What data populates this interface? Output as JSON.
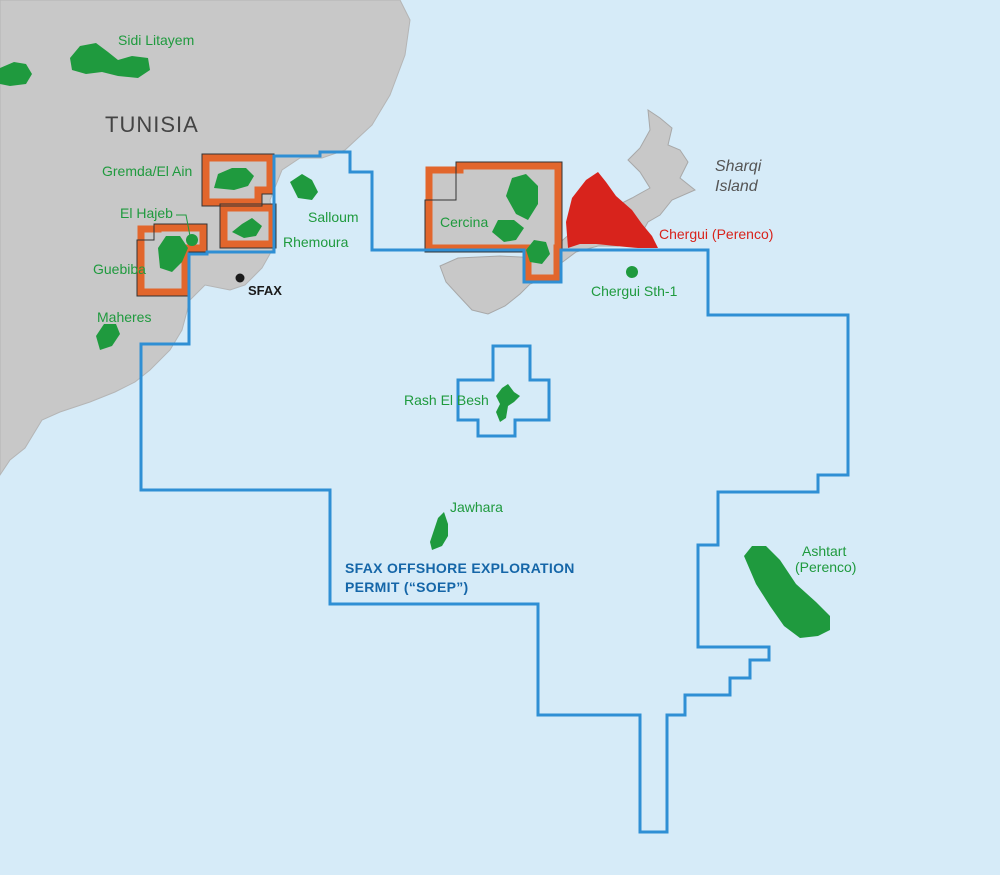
{
  "colors": {
    "sea": "#d6ebf8",
    "land": "#c8c8c8",
    "field_green": "#1f9a3e",
    "concession_orange": "#e2662c",
    "permit_blue": "#2f8fd4",
    "perenco_red": "#d8231c"
  },
  "labels": {
    "country": "TUNISIA",
    "city": "SFAX",
    "island_line1": "Sharqi",
    "island_line2": "Island",
    "permit_line1": "SFAX OFFSHORE EXPLORATION",
    "permit_line2": "PERMIT (“SOEP”)"
  },
  "fields": {
    "sidi_litayem": "Sidi Litayem",
    "gremda": "Gremda/El Ain",
    "el_hajeb": "El Hajeb",
    "guebiba": "Guebiba",
    "maheres": "Maheres",
    "salloum": "Salloum",
    "rhemoura": "Rhemoura",
    "cercina": "Cercina",
    "chergui_sth": "Chergui Sth-1",
    "rash_el_besh": "Rash El Besh",
    "jawhara": "Jawhara",
    "ashtart_line1": "Ashtart",
    "ashtart_line2": "(Perenco)"
  },
  "red_labels": {
    "chergui": "Chergui (Perenco)"
  }
}
